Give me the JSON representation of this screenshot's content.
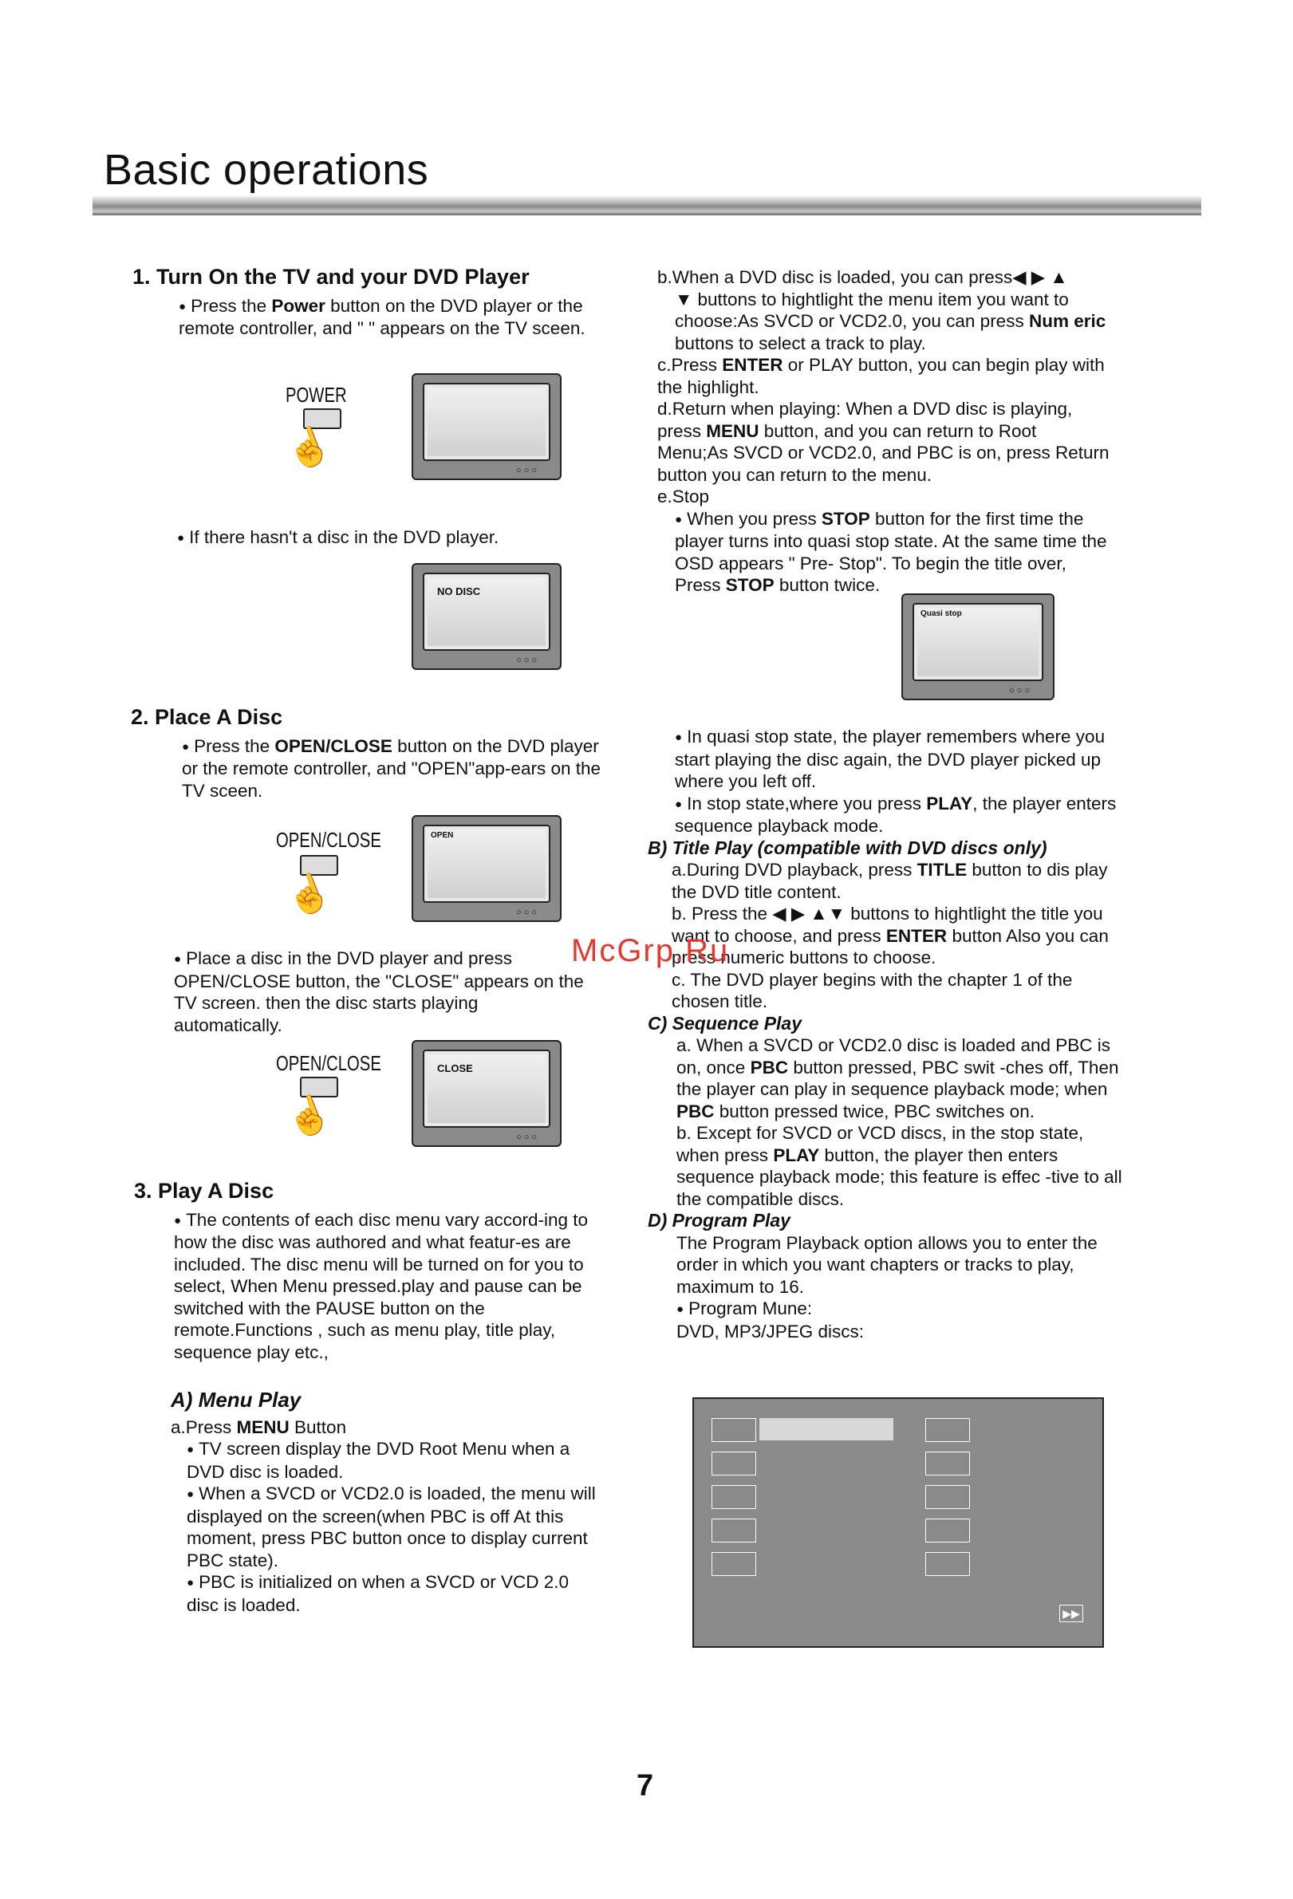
{
  "page_title": "Basic operations",
  "page_number": "7",
  "watermark": "McGrp.Ru",
  "left": {
    "s1_heading": "1. Turn On the TV and your DVD  Player",
    "s1_p1_a": "Press the ",
    "s1_p1_b": "Power",
    "s1_p1_c": "  button  on  the DVD  player  or the  remote  controller, and \"         \" appears  on  the TV sceen.",
    "power_label": "POWER",
    "s1_p2": "If there hasn't a disc in the DVD player.",
    "nodisc": "NO DISC",
    "s2_heading": "2. Place A Disc",
    "s2_p1_a": "Press the ",
    "s2_p1_b": "OPEN/CLOSE",
    "s2_p1_c": " button on the DVD player or the remote controller, and \"OPEN\"app-ears  on  the TV sceen.",
    "openclose_label": "OPEN/CLOSE",
    "open_osd": "OPEN",
    "s2_p2": "Place a disc  in  the  DVD player  and  press OPEN/CLOSE  button, the \"CLOSE\" appears on the TV screen. then the disc starts  playing automatically.",
    "close_osd": "CLOSE",
    "s3_heading": "3. Play A Disc",
    "s3_p1": "The contents of each disc menu vary accord-ing to how the disc was authored and what featur-es are included. The disc menu will be turned on for you to select, When Menu pressed.play and pause can be switched with the PAUSE button on the remote.Functions , such as menu play, title play,  sequence  play etc.,",
    "a_heading": "A)  Menu Play",
    "a_line_a": "a.Press ",
    "a_line_b": "MENU",
    "a_line_c": " Button",
    "a_b1": "TV screen display the DVD Root Menu when a DVD disc is loaded.",
    "a_b2": "When a SVCD or VCD2.0          is loaded, the menu will displayed on the screen(when PBC is off   At this moment, press PBC button once to display current PBC state).",
    "a_b3": "PBC is initialized on when a SVCD or VCD 2.0 disc is loaded."
  },
  "right": {
    "b_line1": "b.When a DVD disc is loaded, you can press◀ ▶ ▲",
    "b_line2_a": "▼ buttons to hightlight the menu item you want to choose:As SVCD or VCD2.0, you can press ",
    "b_line2_b": "Num eric",
    "b_line2_c": " buttons to select a track to play.",
    "c_a": "c.Press ",
    "c_b": "ENTER",
    "c_c": " or PLAY button, you can begin play with the highlight.",
    "d_a": "d.Return when playing: When a DVD disc is playing, press ",
    "d_b": "MENU",
    "d_c": " button,  and you  can  return to  Root Menu;As SVCD or VCD2.0, and PBC is  on, press Return  button you can return to the menu.",
    "e_line": "e.Stop",
    "e_b1_a": "When you press  ",
    "e_b1_b": "STOP",
    "e_b1_c": "  button for the first time the player turns into quasi stop state. At the same time the OSD appears   \" Pre- Stop\". To  begin the title over, Press ",
    "e_b1_d": "STOP",
    "e_b1_e": " button twice.",
    "quasi_osd": "Quasi stop",
    "e_b2": "In quasi stop state,   the  player remembers where you start playing the  disc  again, the DVD  player picked up where you left off.",
    "e_b3_a": "In stop state,where you press ",
    "e_b3_b": "PLAY",
    "e_b3_c": ", the player enters sequence playback mode.",
    "B_heading": "B) Title Play (compatible with DVD discs only)",
    "B_a_a": "a.During DVD playback, press ",
    "B_a_b": "TITLE",
    "B_a_c": " button to dis play the DVD title content.",
    "B_b_a": "b. Press the ◀ ▶ ▲▼ buttons to hightlight the title you want  to   choose, and  press ",
    "B_b_b": "ENTER",
    "B_b_c": " button Also you can press numeric buttons to choose.",
    "B_c": "c. The DVD player begins with the chapter 1 of the chosen title.",
    "C_heading": "C) Sequence Play",
    "C_a_a": "a. When  a  SVCD  or  VCD2.0  disc  is loaded and PBC is on, once ",
    "C_a_b": "PBC",
    "C_a_c": " button pressed, PBC swit -ches off, Then the player can play in sequence playback mode; when ",
    "C_a_d": "PBC",
    "C_a_e": " button pressed twice, PBC switches on.",
    "C_b_a": "b. Except for SVCD or VCD discs, in the stop state, when press ",
    "C_b_b": "PLAY",
    "C_b_c": " button, the player then enters sequence playback mode; this  feature is  effec -tive to all the compatible discs.",
    "D_heading": "D) Program Play",
    "D_p": "The Program Playback option allows you to enter the  order  in which you want chapters or tracks to play, maximum to 16.",
    "D_b1": "Program Mune:",
    "D_b2": "DVD,  MP3/JPEG discs:"
  }
}
